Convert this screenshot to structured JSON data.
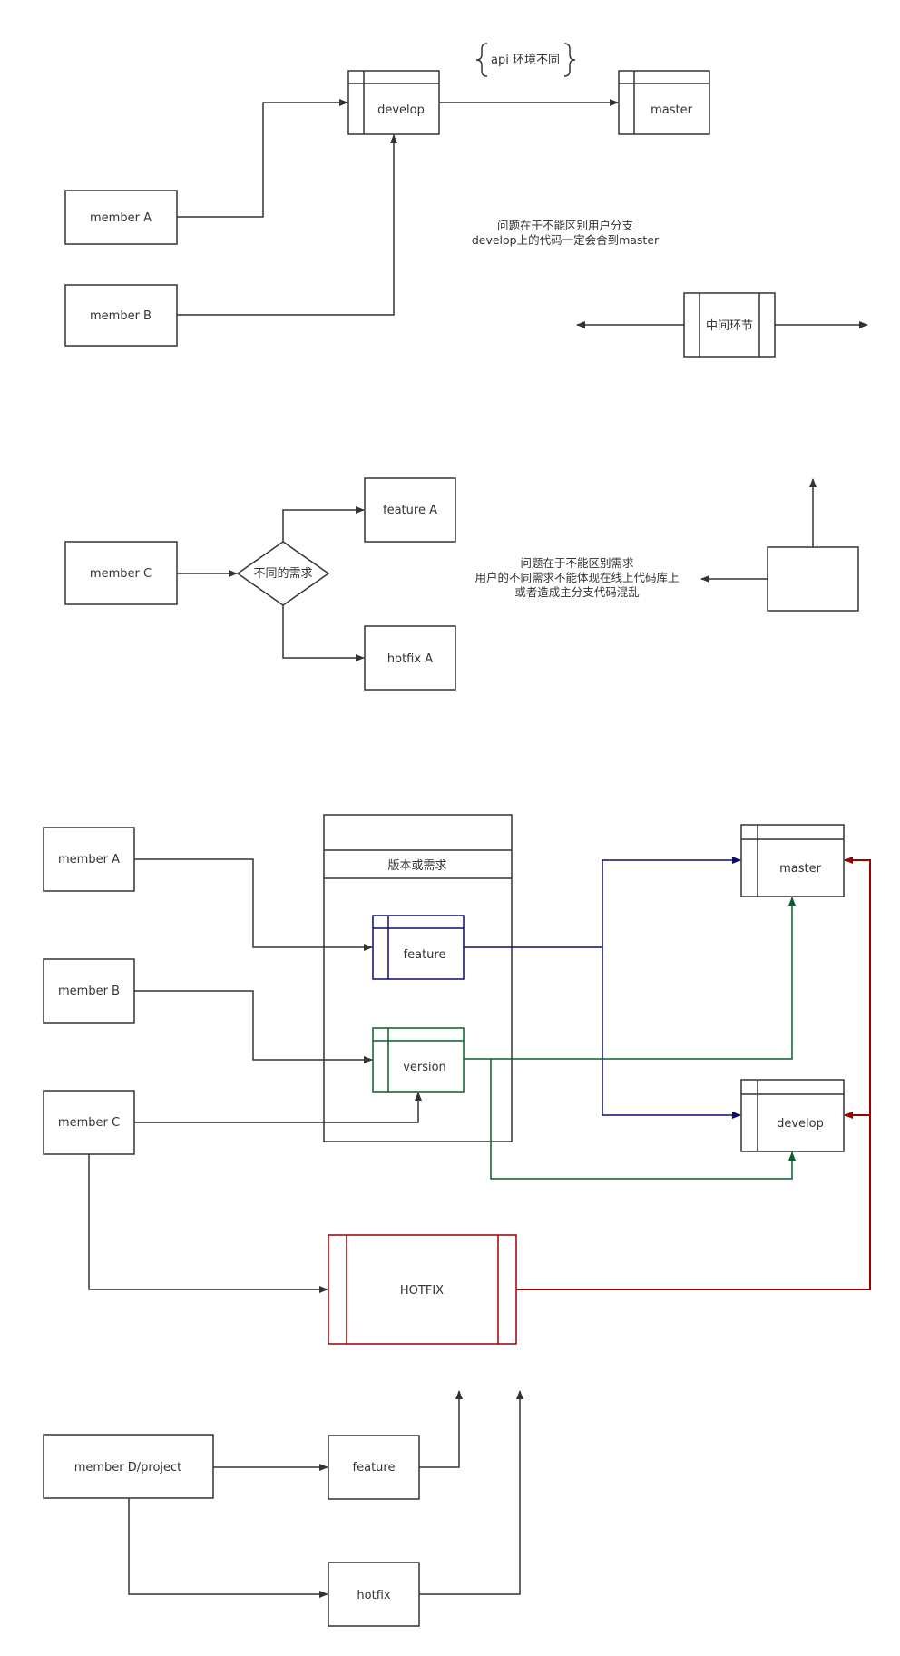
{
  "colors": {
    "default": "#333333",
    "navy": "#0b0b6b",
    "green": "#0b5e2e",
    "red": "#990000"
  },
  "d1": {
    "annotation": "api 环境不同",
    "develop": "develop",
    "master": "master",
    "member_a": "member A",
    "member_b": "member B",
    "note_line1": "问题在于不能区别用户分支",
    "note_line2": "develop上的代码一定会合到master",
    "middle": "中间环节"
  },
  "d2": {
    "member_c": "member C",
    "decision": "不同的需求",
    "feature_a": "feature A",
    "hotfix_a": "hotfix A",
    "note_line1": "问题在于不能区别需求",
    "note_line2": "用户的不同需求不能体现在线上代码库上",
    "note_line3": "或者造成主分支代码混乱"
  },
  "d3": {
    "member_a": "member A",
    "member_b": "member B",
    "member_c": "member C",
    "container_title": "版本或需求",
    "feature": "feature",
    "version": "version",
    "master": "master",
    "develop": "develop",
    "hotfix": "HOTFIX"
  },
  "d4": {
    "member_d": "member D/project",
    "feature": "feature",
    "hotfix": "hotfix"
  }
}
